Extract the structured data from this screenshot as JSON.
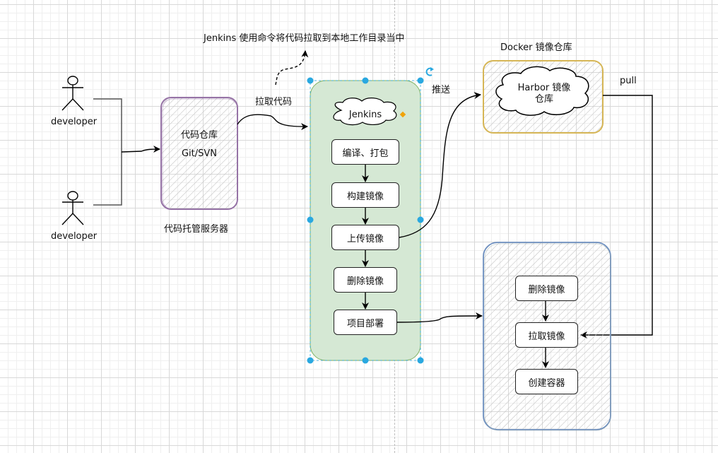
{
  "diagram": {
    "developers": [
      {
        "label": "developer",
        "icon": "actor-icon"
      },
      {
        "label": "developer",
        "icon": "actor-icon"
      }
    ],
    "code_repo": {
      "title": "代码仓库",
      "subtitle": "Git/SVN",
      "caption": "代码托管服务器",
      "border_color": "#9673a6"
    },
    "pull_code_label": "拉取代码",
    "jenkins_note": "Jenkins 使用命令将代码拉取到本地工作目录当中",
    "jenkins_group": {
      "title": "Jenkins",
      "fill_color": "#d5e8d4",
      "border_color": "#82b366",
      "steps": [
        "编译、打包",
        "构建镜像",
        "上传镜像",
        "删除镜像",
        "项目部署"
      ]
    },
    "push_label": "推送",
    "docker_registry": {
      "caption": "Docker 镜像仓库",
      "cloud_label_line1": "Harbor 镜像",
      "cloud_label_line2": "仓库",
      "border_color": "#d6b656"
    },
    "pull_label": "pull",
    "deploy_server": {
      "border_color": "#6c8ebf",
      "steps": [
        "删除镜像",
        "拉取镜像",
        "创建容器"
      ]
    },
    "selection_handle_color": "#29a8e0",
    "rotate_handle_icon": "rotate-icon"
  }
}
